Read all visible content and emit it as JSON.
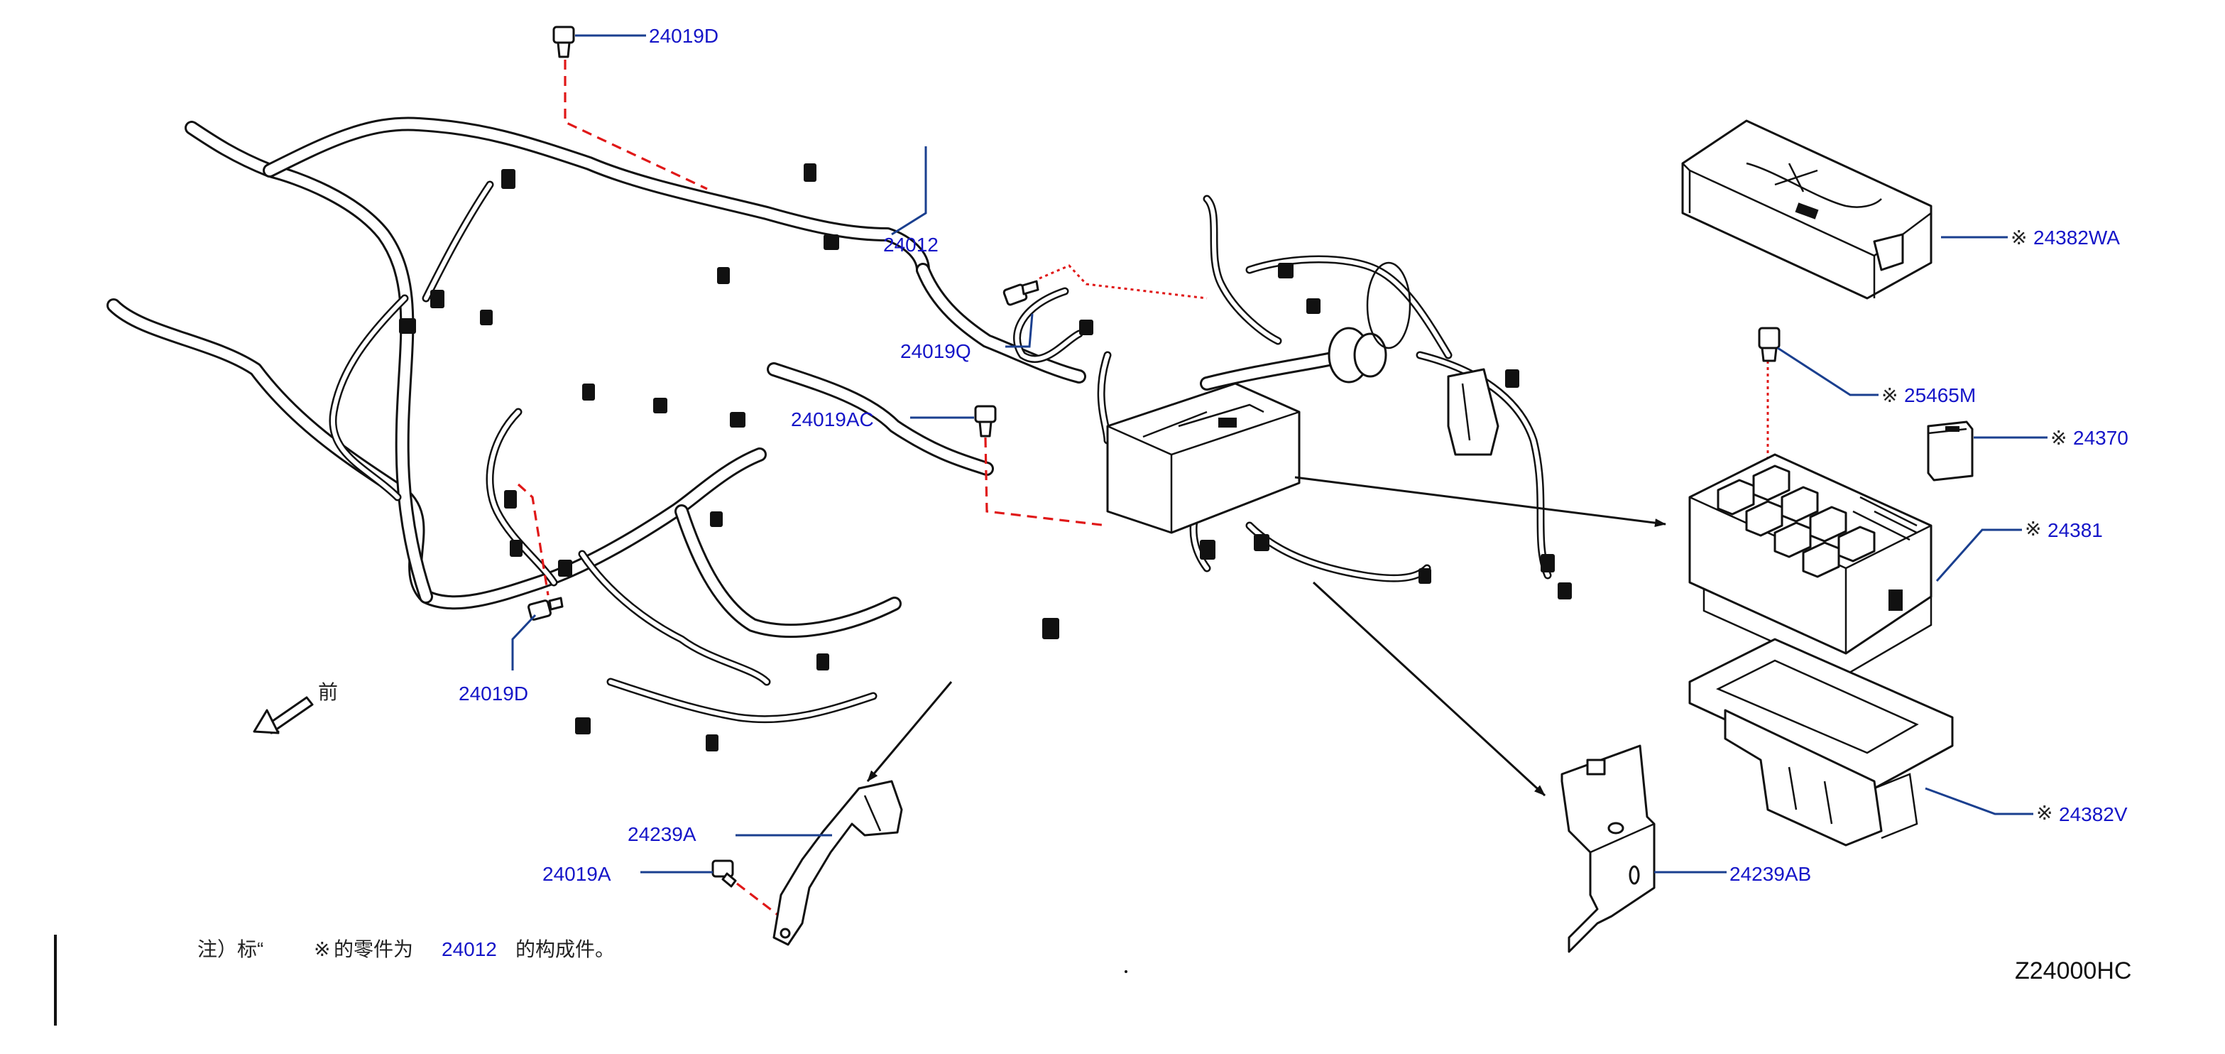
{
  "diagram": {
    "code": "Z24000HC",
    "front_label": "前",
    "note": {
      "prefix": "注）标“",
      "mark": "※",
      "middle": "的零件为",
      "part_ref": "24012",
      "suffix": "的构成件。"
    },
    "callouts": {
      "c24019D_top": "24019D",
      "c24012": "24012",
      "c24019Q": "24019Q",
      "c24019AC": "24019AC",
      "c24019D_left": "24019D",
      "c24239A": "24239A",
      "c24019A": "24019A",
      "c24239AB": "24239AB",
      "c24382WA": "24382WA",
      "c25465M": "25465M",
      "c24370": "24370",
      "c24381": "24381",
      "c24382V": "24382V"
    },
    "asterisk_mark": "※",
    "colors": {
      "callout": "#1515c8",
      "leader": "#1a3f8f",
      "dashed_link": "#e01818",
      "drawing": "#111111"
    }
  }
}
